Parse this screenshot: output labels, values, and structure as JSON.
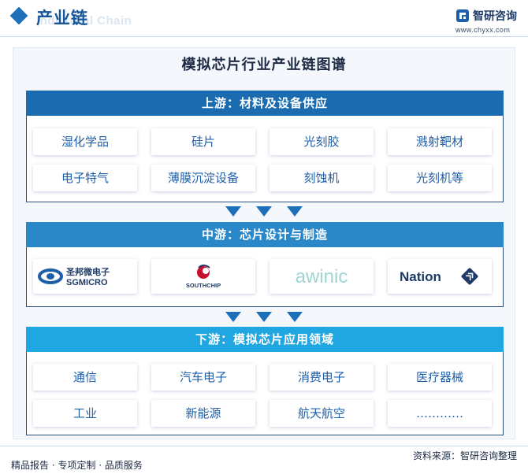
{
  "header": {
    "title": "产业链",
    "subtitle": "Industrial Chain"
  },
  "brand": {
    "name": "智研咨询",
    "url": "www.chyxx.com"
  },
  "chart": {
    "title": "模拟芯片行业产业链图谱"
  },
  "upstream": {
    "title": "上游：材料及设备供应",
    "items": [
      "湿化学品",
      "硅片",
      "光刻胶",
      "溅射靶材",
      "电子特气",
      "薄膜沉淀设备",
      "刻蚀机",
      "光刻机等"
    ]
  },
  "midstream": {
    "title": "中游：芯片设计与制造",
    "logos": [
      {
        "icon": "sgmicro-logo",
        "text": "圣邦微电子",
        "text_en": "SGMICRO"
      },
      {
        "icon": "southchip-logo",
        "text": "SOUTHCHIP"
      },
      {
        "icon": "awinic-logo",
        "text": "awinic"
      },
      {
        "icon": "nation-logo",
        "text": "Nation"
      }
    ]
  },
  "downstream": {
    "title": "下游：模拟芯片应用领域",
    "items": [
      "通信",
      "汽车电子",
      "消费电子",
      "医疗器械",
      "工业",
      "新能源",
      "航天航空",
      "…………"
    ]
  },
  "footer": {
    "left": "精品报告 · 专项定制 · 品质服务",
    "right": "资料来源：智研咨询整理"
  },
  "colors": {
    "primary": "#1a6bb0",
    "mid": "#2a87c8",
    "light": "#20a6e0",
    "item_text": "#1f5fa8"
  }
}
